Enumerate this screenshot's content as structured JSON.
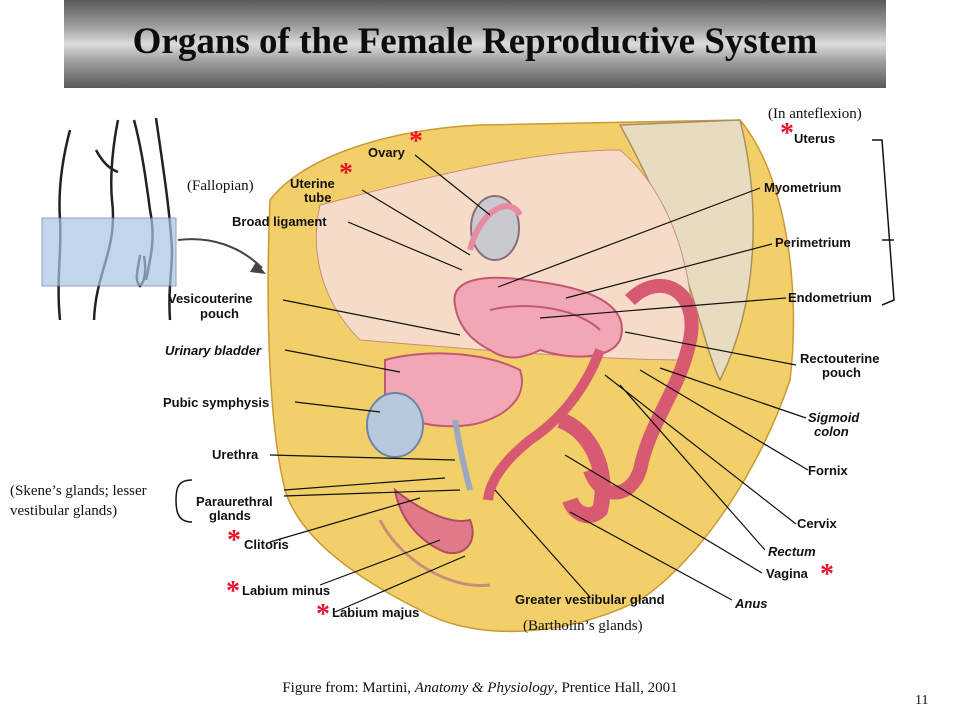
{
  "title": "Organs of the Female Reproductive System",
  "labels": {
    "ovary": "Ovary",
    "uterine_tube_1": "Uterine",
    "uterine_tube_2": "tube",
    "broad_ligament": "Broad ligament",
    "vesicouterine_1": "Vesicouterine",
    "vesicouterine_2": "pouch",
    "urinary_bladder": "Urinary bladder",
    "pubic_symphysis": "Pubic symphysis",
    "urethra": "Urethra",
    "paraurethral_1": "Paraurethral",
    "paraurethral_2": "glands",
    "clitoris": "Clitoris",
    "labium_minus": "Labium minus",
    "labium_majus": "Labium majus",
    "greater_vestibular_gland": "Greater vestibular gland",
    "anus": "Anus",
    "vagina": "Vagina",
    "rectum": "Rectum",
    "cervix": "Cervix",
    "fornix": "Fornix",
    "sigmoid_colon_1": "Sigmoid",
    "sigmoid_colon_2": "colon",
    "rectouterine_1": "Rectouterine",
    "rectouterine_2": "pouch",
    "endometrium": "Endometrium",
    "perimetrium": "Perimetrium",
    "myometrium": "Myometrium",
    "uterus": "Uterus"
  },
  "notes": {
    "anteflexion": "(In anteflexion)",
    "fallopian": "(Fallopian)",
    "skenes_1": "(Skene’s glands; lesser",
    "skenes_2": "vestibular glands)",
    "bartholins": "(Bartholin’s glands)"
  },
  "star_symbol": "*",
  "caption": {
    "prefix": "Figure from: Martini, ",
    "book": "Anatomy & Physiology",
    "suffix": ", Prentice Hall, 2001"
  },
  "page_number": "11",
  "colors": {
    "star": "#e8122b",
    "fat": "#f3cf6a",
    "muscle": "#e07a8a",
    "uterus": "#f2a7b5",
    "bladder": "#b9c9dc",
    "bone": "#e8dcc0"
  }
}
